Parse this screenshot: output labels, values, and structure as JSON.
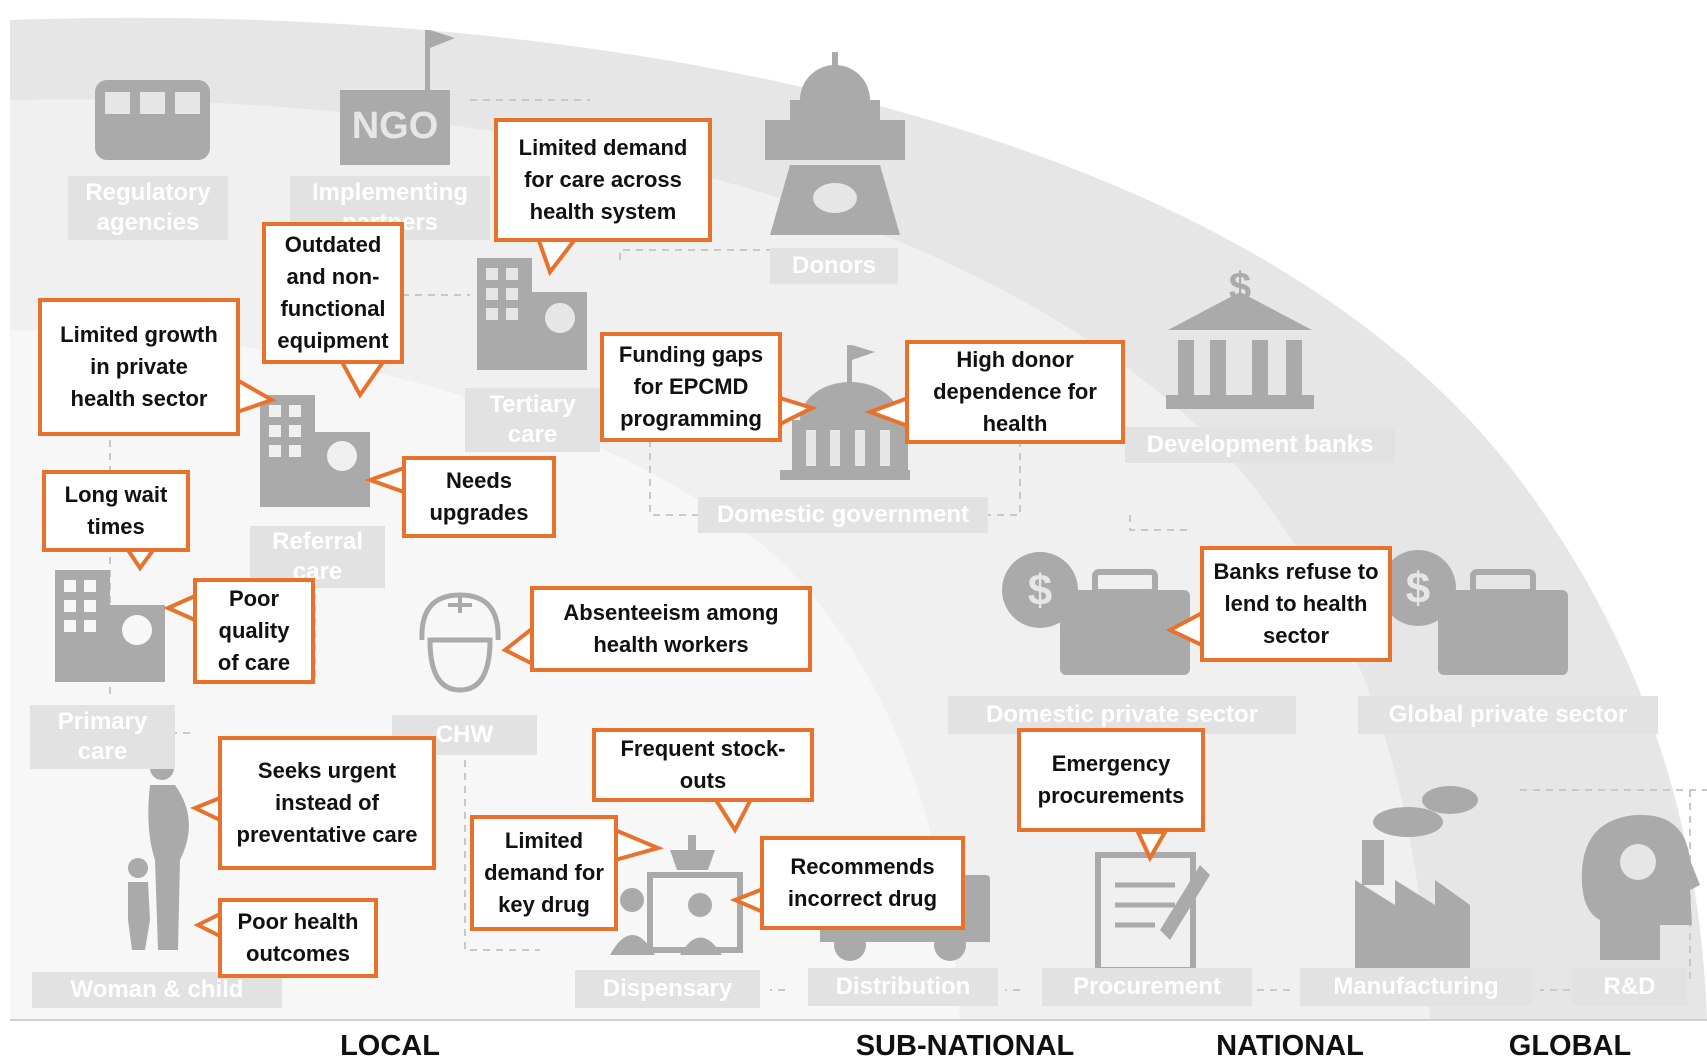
{
  "colors": {
    "accent": "#e8722c",
    "icon_grey": "#aaaaaa",
    "label_box": "#e2e2e2",
    "band_outer": "#e6e6e6",
    "band_mid": "#f0f0f0",
    "band_inner": "#f7f7f7"
  },
  "entities": {
    "regulatory": "Regulatory\nagencies",
    "implementing": "Implementing\npartners",
    "donors": "Donors",
    "tertiary": "Tertiary\ncare",
    "referral": "Referral\ncare",
    "primary": "Primary\ncare",
    "chw": "CHW",
    "woman_child": "Woman & child",
    "domestic_gov": "Domestic government",
    "dev_banks": "Development banks",
    "domestic_private": "Domestic private sector",
    "global_private": "Global private sector",
    "dispensary": "Dispensary",
    "distribution": "Distribution",
    "procurement": "Procurement",
    "manufacturing": "Manufacturing",
    "rnd": "R&D"
  },
  "icons": {
    "regulatory": "bus-icon",
    "ngo": "ngo-building-icon",
    "ngo_text": "NGO",
    "donors": "capitol-money-icon",
    "tertiary": "hospital-icon",
    "referral": "hospital-icon",
    "primary": "hospital-icon",
    "chw": "nurse-icon",
    "woman_child": "mother-child-icon",
    "domestic_gov": "government-building-icon",
    "dev_banks": "bank-icon",
    "domestic_private": "briefcase-dollar-icon",
    "global_private": "briefcase-dollar-icon",
    "dispensary": "pharmacy-icon",
    "distribution": "truck-icon",
    "procurement": "document-pen-icon",
    "manufacturing": "factory-icon",
    "rnd": "head-lightbulb-icon"
  },
  "callouts": {
    "limited_demand_care": "Limited demand\nfor care across\nhealth system",
    "outdated_equipment": "Outdated\nand non-\nfunctional\nequipment",
    "limited_private_growth": "Limited growth\nin private\nhealth sector",
    "funding_gaps": "Funding gaps\nfor EPCMD\nprogramming",
    "high_donor_dependence": "High donor\ndependence for\nhealth",
    "needs_upgrades": "Needs\nupgrades",
    "long_wait": "Long wait\ntimes",
    "poor_quality": "Poor\nquality\nof care",
    "absenteeism": "Absenteeism among\nhealth workers",
    "banks_refuse": "Banks refuse to\nlend to health\nsector",
    "seeks_urgent": "Seeks urgent\ninstead of\npreventative care",
    "frequent_stockouts": "Frequent stock-\nouts",
    "emergency_procurements": "Emergency\nprocurements",
    "limited_demand_drug": "Limited\ndemand for\nkey drug",
    "recommends_incorrect": "Recommends\nincorrect drug",
    "poor_outcomes": "Poor health\noutcomes"
  },
  "scale_labels": {
    "local": "LOCAL",
    "subnational": "SUB-NATIONAL",
    "national": "NATIONAL",
    "global": "GLOBAL"
  }
}
